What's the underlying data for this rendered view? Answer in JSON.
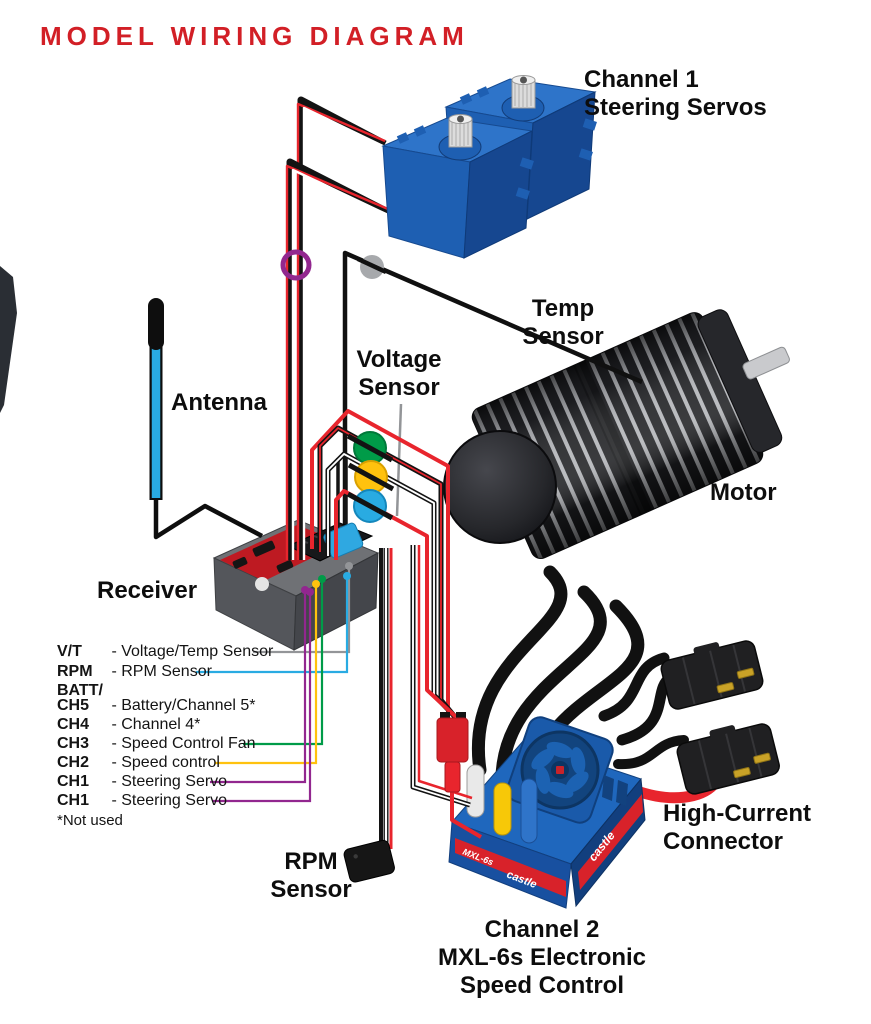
{
  "title": "MODEL WIRING DIAGRAM",
  "labels": {
    "channel1": [
      "Channel 1",
      "Steering Servos"
    ],
    "temp_sensor": [
      "Temp",
      "Sensor"
    ],
    "voltage_sensor": [
      "Voltage",
      "Sensor"
    ],
    "antenna": "Antenna",
    "motor": "Motor",
    "receiver": "Receiver",
    "rpm_sensor": [
      "RPM",
      "Sensor"
    ],
    "high_current": [
      "High-Current",
      "Connector"
    ],
    "esc": [
      "Channel 2",
      "MXL-6s Electronic",
      "Speed Control"
    ]
  },
  "legend": {
    "rows": [
      {
        "key": "V/T",
        "desc": "- Voltage/Temp Sensor",
        "line_color": "#939598"
      },
      {
        "key": "RPM",
        "desc": "- RPM Sensor",
        "line_color": "#29ABE2"
      },
      {
        "key": "BATT/",
        "desc": "",
        "line_color": ""
      },
      {
        "key": "CH5",
        "desc": "- Battery/Channel 5*",
        "line_color": ""
      },
      {
        "key": "CH4",
        "desc": "- Channel 4*",
        "line_color": ""
      },
      {
        "key": "CH3",
        "desc": "- Speed Control Fan",
        "line_color": "#009B48"
      },
      {
        "key": "CH2",
        "desc": "- Speed control",
        "line_color": "#FFC20E"
      },
      {
        "key": "CH1",
        "desc": "- Steering Servo",
        "line_color": "#92278F"
      },
      {
        "key": "CH1",
        "desc": "- Steering Servo",
        "line_color": "#92278F"
      }
    ],
    "footnote": "*Not used"
  },
  "esc_markings": {
    "brand": "castle",
    "model": "MXL-6s"
  },
  "colors": {
    "brand_red": "#D21F26",
    "wire_red": "#E8252D",
    "wire_black": "#131313",
    "wire_white": "#FFFFFF",
    "servo_blue": "#1E5FB2",
    "esc_blue": "#1F67BD",
    "antenna_blue": "#29ABE2",
    "receiver_gray": "#54565B",
    "marker_purple": "#92278F",
    "marker_gray": "#A7A9AC",
    "marker_green": "#009B48",
    "marker_yellow": "#FFC20E",
    "marker_blue": "#29ABE2",
    "connector_gold": "#C9A227"
  }
}
